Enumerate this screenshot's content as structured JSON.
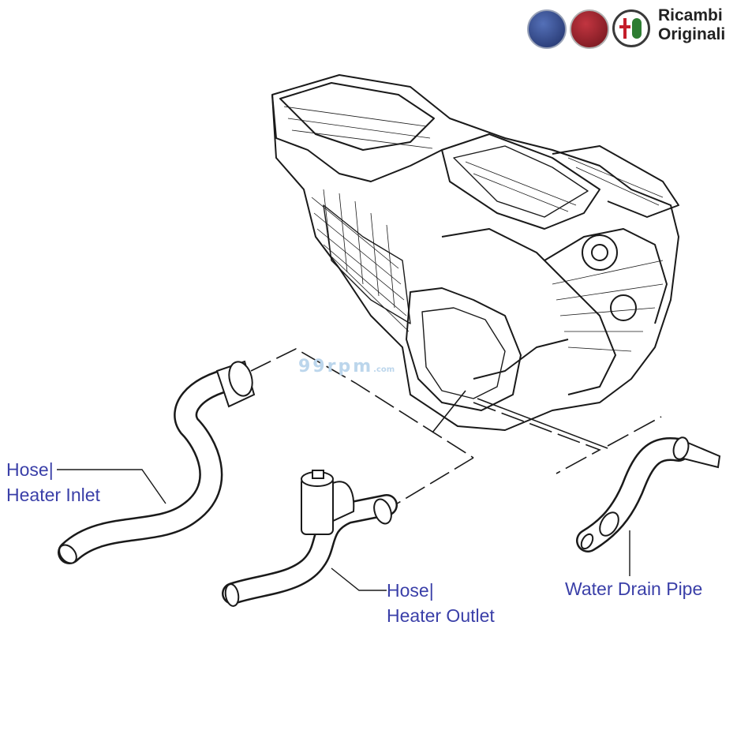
{
  "branding": {
    "line1": "Ricambi",
    "line2": "Originali",
    "logos": [
      "lancia-logo",
      "fiat-logo",
      "alfa-romeo-logo"
    ],
    "watermark": "99rpm",
    "watermark_suffix": ".com"
  },
  "callouts": {
    "heater_inlet": {
      "line1": "Hose|",
      "line2": "Heater Inlet"
    },
    "heater_outlet": {
      "line1": "Hose|",
      "line2": "Heater Outlet"
    },
    "water_drain": {
      "line1": "Water Drain Pipe"
    }
  },
  "colors": {
    "label": "#3a3fa8",
    "line": "#1a1a1a",
    "fiat_red": "#8c1d24",
    "lancia_blue": "#2a3e7a"
  }
}
